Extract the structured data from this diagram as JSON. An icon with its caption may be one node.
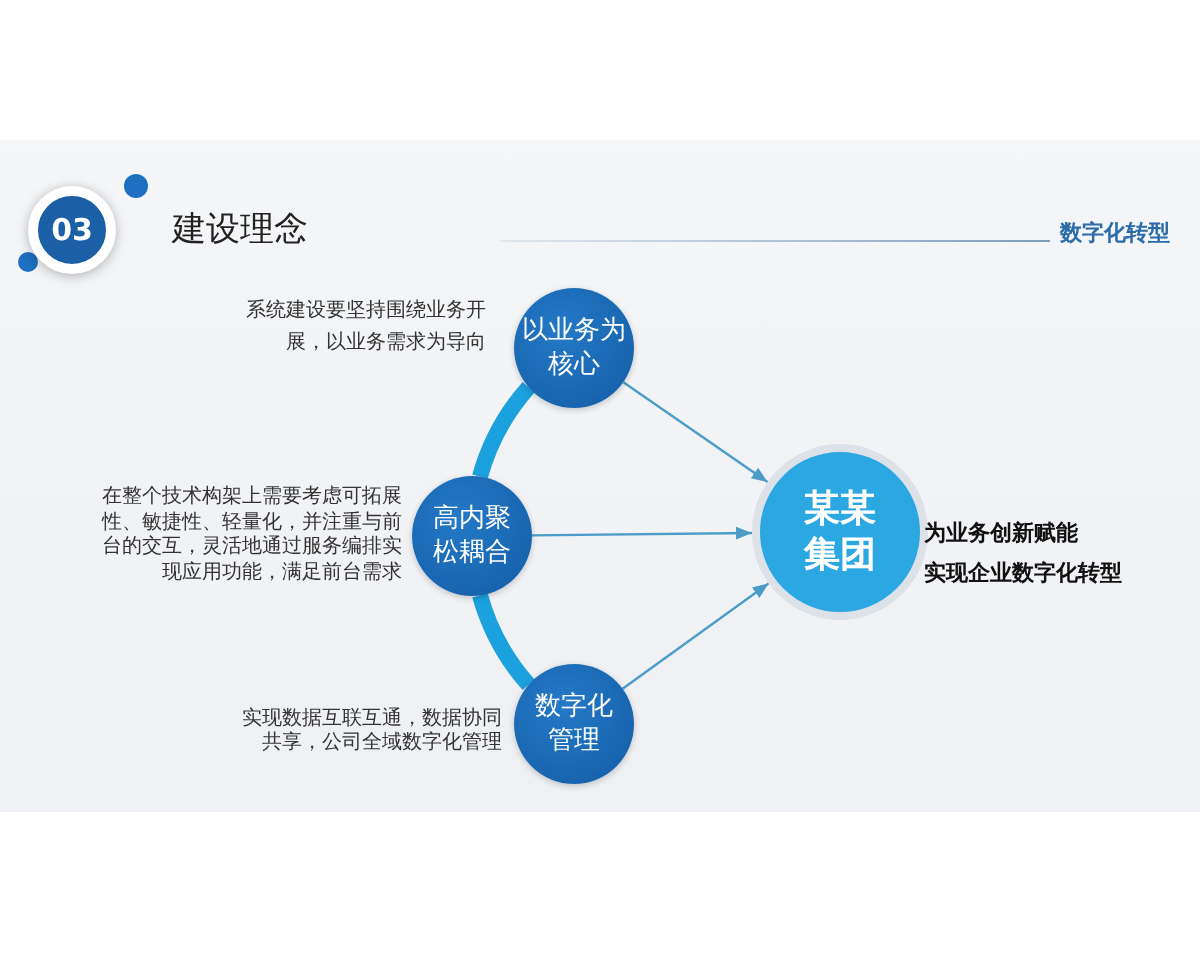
{
  "diagram": {
    "title": "建设理念",
    "nodes": [
      {
        "text": [
          "03"
        ]
      },
      {
        "text": [
          "以业务为核心"
        ],
        "beside": [
          "系统建设要坚持围绕业务开展，以业务需求为导向"
        ]
      },
      {
        "text": [
          "高内聚松耦合"
        ],
        "beside": [
          "在整个技术构架上需要考虑可拓展性、敏捷性、轻量化，并注重与前台的交互，灵活地通过服务编排实现应用功能，满足前台需求"
        ]
      },
      {
        "text": [
          "数字化管理"
        ],
        "beside": [
          "实现数据互联互通，数据协同共享，公司全域数字化管理"
        ]
      },
      {
        "text": [
          "某某集团"
        ],
        "beside": [
          "为业务创新赋能",
          "实现企业数字化转型"
        ]
      }
    ],
    "edges": [
      {
        "from": 1,
        "to": 2,
        "arrow": "none",
        "style": "thick",
        "color": "#1ba1de"
      },
      {
        "from": 2,
        "to": 3,
        "arrow": "none",
        "style": "thick",
        "color": "#1ba1de"
      },
      {
        "from": 1,
        "to": 4,
        "arrow": "to"
      },
      {
        "from": 2,
        "to": 4,
        "arrow": "to"
      },
      {
        "from": 3,
        "to": 4,
        "arrow": "to"
      }
    ],
    "labels": [
      "数字化转型"
    ]
  }
}
